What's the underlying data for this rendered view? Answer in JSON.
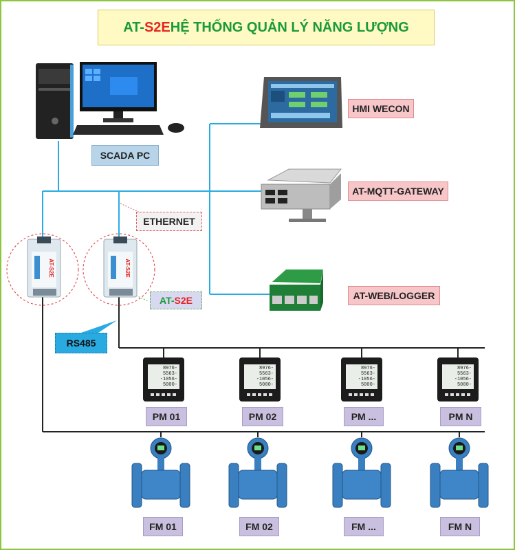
{
  "title": {
    "prefix": "AT-",
    "accent": "S2E",
    "rest": " HỆ THỐNG QUẢN LÝ NĂNG LƯỢNG"
  },
  "labels": {
    "scada_pc": "SCADA PC",
    "hmi": "HMI WECON",
    "mqtt": "AT-MQTT-GATEWAY",
    "web_logger": "AT-WEB/LOGGER",
    "ethernet": "ETHERNET",
    "s2e_prefix": "AT-",
    "s2e_accent": "S2E",
    "rs485": "RS485"
  },
  "power_meters": [
    "PM 01",
    "PM 02",
    "PM ...",
    "PM N"
  ],
  "flow_meters": [
    "FM 01",
    "FM 02",
    "FM ...",
    "FM N"
  ],
  "meter_screen_lines": [
    "8976-",
    "5563-",
    "-1056-",
    "5000-"
  ],
  "device_text": {
    "s2e_body": "AT-S2E"
  },
  "colors": {
    "title_green": "#1a9a3a",
    "title_red": "#e52521",
    "ethernet_line": "#29abe2",
    "rs485_line": "#222222",
    "pink_label": "#f7c6c8",
    "blue_label": "#b8d4e8",
    "lilac_label": "#c9c0e0",
    "flowmeter_blue": "#3a7fc0"
  }
}
